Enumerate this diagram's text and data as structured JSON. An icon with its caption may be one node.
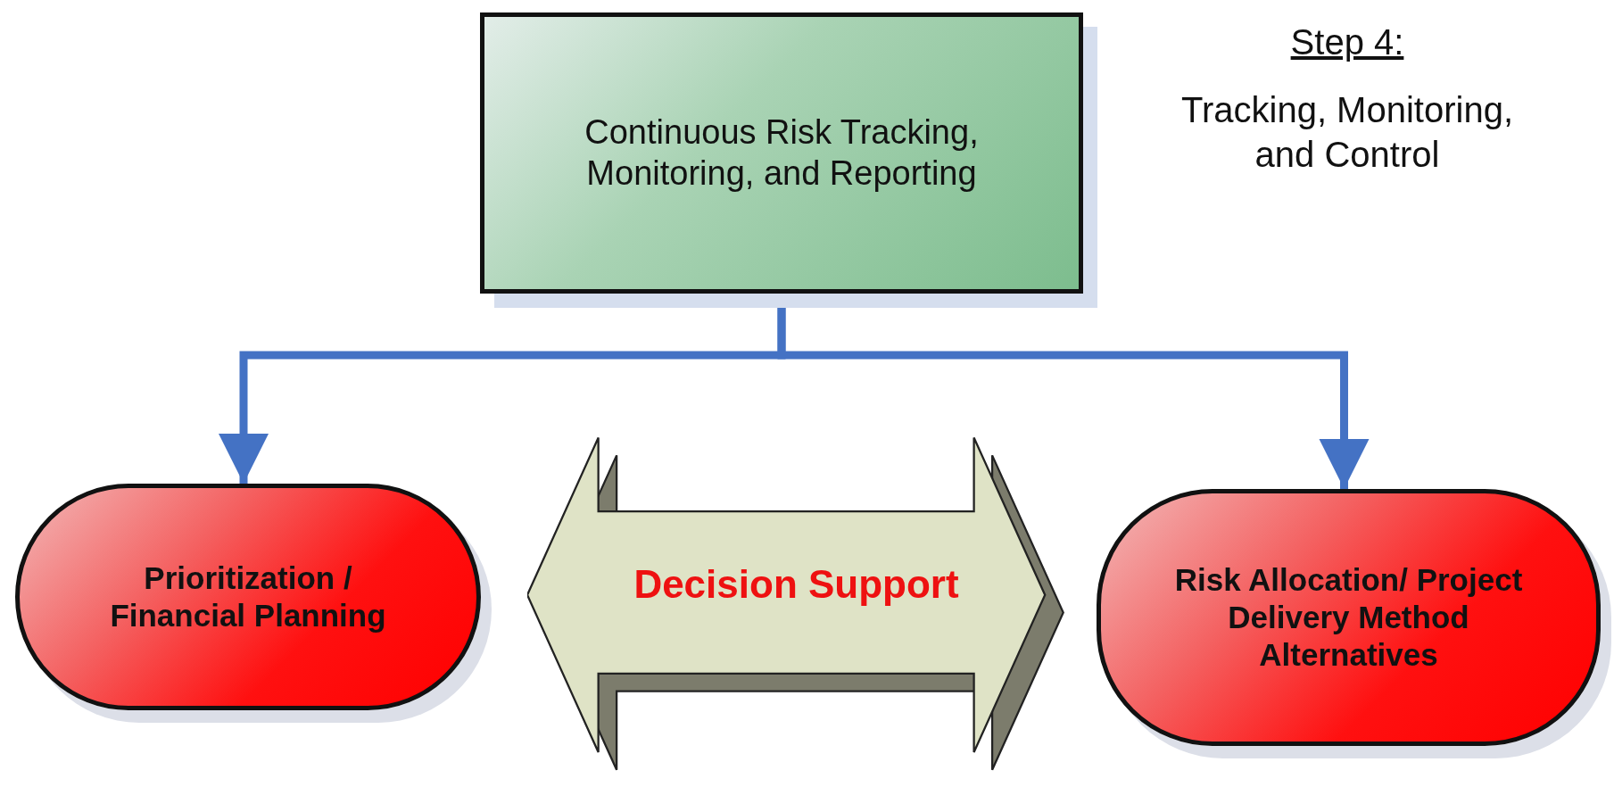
{
  "diagram": {
    "nodes": [
      {
        "text": [
          "Continuous Risk Tracking, Monitoring, and Reporting"
        ]
      },
      {
        "text": [
          "Prioritization / Financial Planning"
        ]
      },
      {
        "text": [
          "Decision Support"
        ]
      },
      {
        "text": [
          "Risk Allocation/ Project Delivery Method Alternatives"
        ]
      }
    ],
    "edges": [
      {
        "from": 0,
        "to": 1,
        "arrow": "to"
      },
      {
        "from": 0,
        "to": 3,
        "arrow": "to"
      }
    ],
    "labels": [
      "Step 4:",
      "Tracking, Monitoring, and Control"
    ]
  }
}
